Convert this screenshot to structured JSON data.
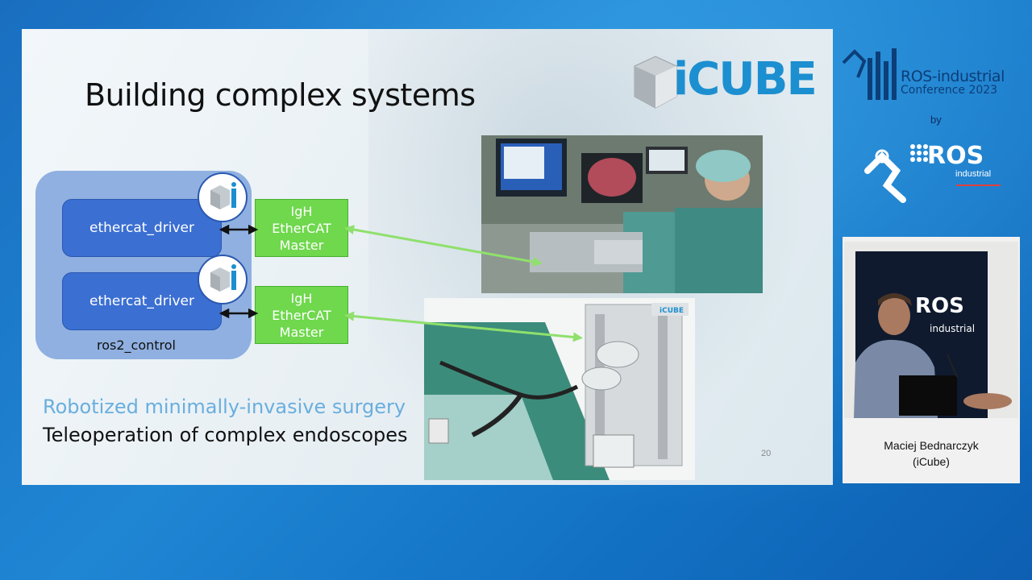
{
  "slide": {
    "title": "Building complex systems",
    "logo_text": "iCUBE",
    "diagram": {
      "container_label": "ros2_control",
      "drivers": [
        "ethercat_driver",
        "ethercat_driver"
      ],
      "masters": [
        {
          "line1": "IgH",
          "line2": "EtherCAT",
          "line3": "Master"
        },
        {
          "line1": "IgH",
          "line2": "EtherCAT",
          "line3": "Master"
        }
      ]
    },
    "subtitle_blue": "Robotized minimally-invasive surgery",
    "subtitle_black": "Teleoperation of complex endoscopes",
    "slide_number": "20",
    "photo_robot_label": "iCUBE"
  },
  "sidebar": {
    "conference_title": "ROS-industrial",
    "conference_sub": "Conference 2023",
    "by_label": "by",
    "ros_logo_word": "ROS",
    "ros_logo_sub": "industrial",
    "speaker_backdrop_word": "ROS",
    "speaker_backdrop_sub": "industrial",
    "speaker_name": "Maciej Bednarczyk",
    "speaker_org": "(iCube)"
  },
  "colors": {
    "background": "#1f86d4",
    "driver_box": "#3b6fd2",
    "master_box": "#6fd84d",
    "ros2_container": "#8fb0e0",
    "accent_text": "#6aaede",
    "icube_logo": "#1c8fd0"
  }
}
